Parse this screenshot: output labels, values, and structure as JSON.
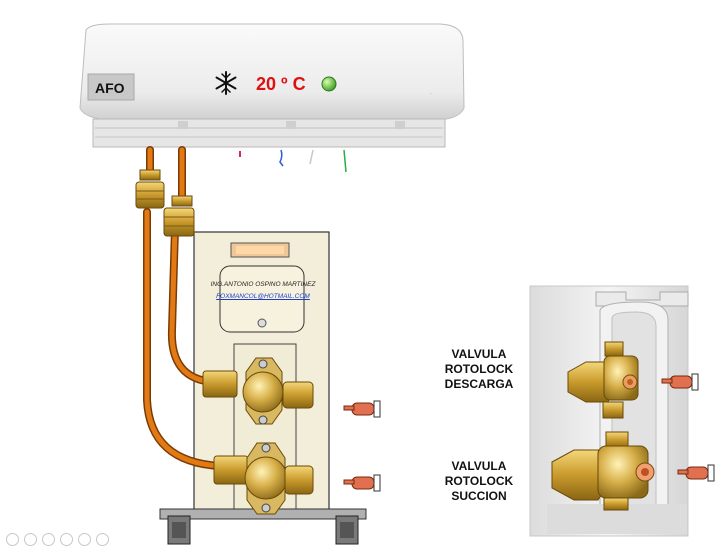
{
  "ac_unit": {
    "brand_label": "AFO",
    "temperature": "20 º C",
    "colors": {
      "body": "#eeeeee",
      "temp_text": "#e01010",
      "led": "#5cc23a"
    }
  },
  "outdoor_unit": {
    "credit_name": "ING.ANTONIO OSPINO MARTINEZ",
    "credit_email": "FOXMANCOL@HOTMAIL.COM",
    "colors": {
      "panel": "#f2eeda",
      "copper_pipe": "#e07a10",
      "brass": "#d9b24a"
    }
  },
  "valve_labels": {
    "discharge": [
      "VALVULA",
      "ROTOLOCK",
      "DESCARGA"
    ],
    "suction": [
      "VALVULA",
      "ROTOLOCK",
      "SUCCION"
    ]
  },
  "icons": [
    "snowflake-icon",
    "pointing-hand-icon",
    "pointing-hand-icon",
    "pointing-hand-icon",
    "pointing-hand-icon"
  ]
}
